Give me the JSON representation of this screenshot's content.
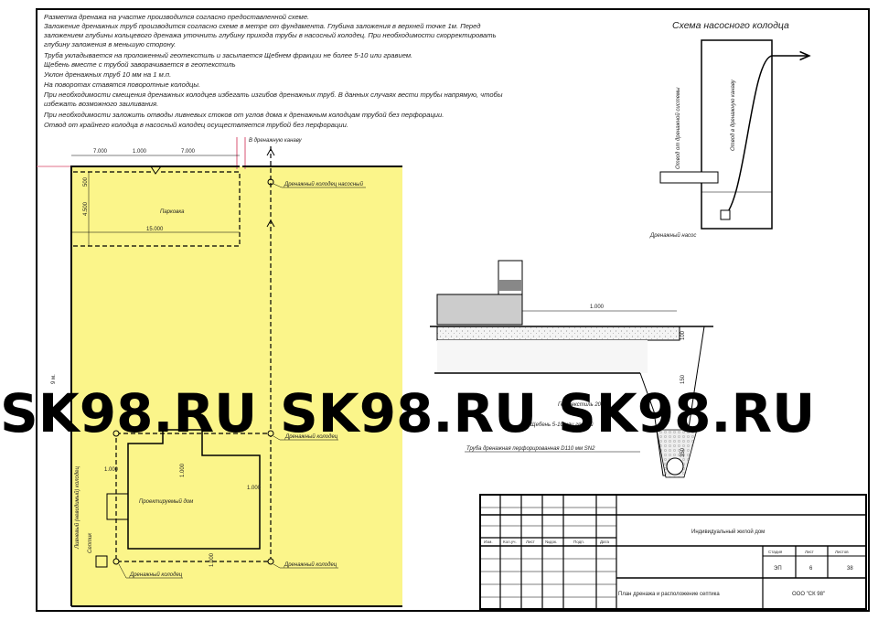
{
  "notes": [
    "Разметка дренажа на участке производится согласно предоставленной схеме.",
    "Заложение дренажных труб производится согласно схеме в метре от фундамента. Глубина заложения в верхней точке 1м. Перед",
    "заложением глубины кольцевого дренажа уточнить глубину прихода трубы в насосный колодец. При необходимости скорректировать",
    "глубину заложения в меньшую сторону.",
    " Труба укладывается на проложенный геотекстиль и засыпается Щебнем фракции не более 5-10 или гравием.",
    "Щебень вместе с трубой заворачивается в геотекстиль",
    "Уклон дренажных труб  10 мм на 1 м.п.",
    "На поворотах ставятся поворотные колодцы.",
    "При необходимости смещения дренажных колодцев избегать изгибов дренажных труб. В данных случаях вести трубы напрямую, чтобы",
    "избежать возможного заиливания.",
    "При необходимости заложить отводы ливневых стоков от углов дома к дренажным колодцам трубой без перфорации.",
    "Отвод от крайнего колодца в насосный колодец осуществляется трубой без перфорации."
  ],
  "plan": {
    "to_ditch": "В дренажную канаву",
    "dims": {
      "d1": "7.000",
      "d2": "1.000",
      "d3": "7.000",
      "d4": "15.000",
      "d5": "4.500",
      "d6": "500",
      "side": "9 м."
    },
    "parking": "Парковка",
    "house": "Проектируемый дом",
    "well_pump": "Дренажный колодец насосный",
    "well1": "Дренажный колодец",
    "well2": "Дренажный колодец",
    "well3": "Дренажный колодец",
    "septic": "Септик",
    "rain_label": "Ливневый (невидимый) колодец",
    "house_dims": [
      "1.000",
      "1.000",
      "1.000",
      "1.000"
    ]
  },
  "pump_scheme": {
    "title": "Схема насосного колодца",
    "inlet": "Отвод от дренажной системы",
    "outlet": "Отвод в дренажную канаву",
    "pump": "Дренажный насос"
  },
  "section": {
    "dim_width": "1.000",
    "dim_h1": "100",
    "dim_h2": "150",
    "dim_h3": "350",
    "geotextile": "Геотекстиль 200",
    "gravel": "Щебень 5-10 или гравий",
    "pipe": "Труба дренажная перфорированная D110 мм SN2"
  },
  "title_block": {
    "cols": [
      "Изм.",
      "Кол.уч.",
      "Лист",
      "№док.",
      "Подп.",
      "Дата"
    ],
    "project": "Индивидуальный жилой дом",
    "stage_h": "Стадия",
    "sheet_h": "Лист",
    "sheets_h": "Листов",
    "stage": "ЭП",
    "sheet": "6",
    "sheets": "38",
    "drawing": "План дренажа и расположение септика",
    "company": "ООО \"СК 98\""
  },
  "watermark": [
    "SK98.RU",
    "SK98.RU",
    "SK98.RU"
  ],
  "colors": {
    "plot": "#fbf58a",
    "boundary_red": "#e0708a"
  }
}
